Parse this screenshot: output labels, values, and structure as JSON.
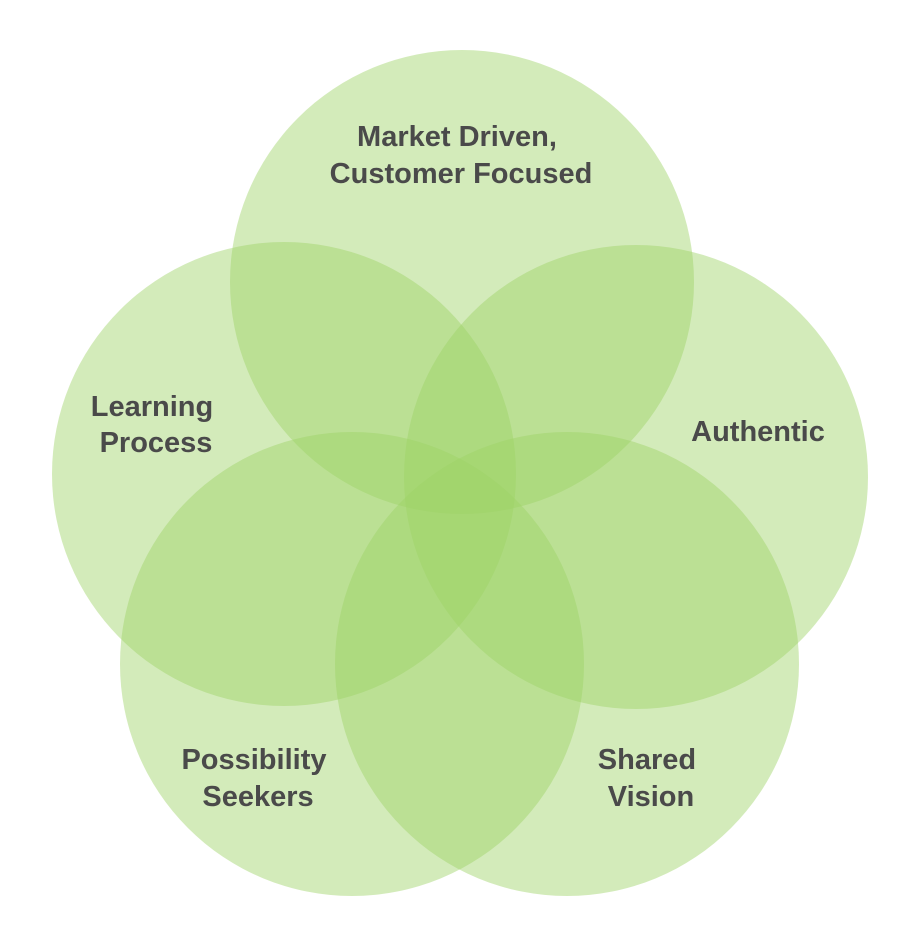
{
  "diagram": {
    "type": "venn",
    "circle_color": "#9ed365",
    "label_color": "#4a4a4a",
    "sets": [
      {
        "id": "top",
        "lines": [
          "Market Driven,",
          "Customer Focused"
        ]
      },
      {
        "id": "left",
        "lines": [
          "Learning",
          "Process"
        ]
      },
      {
        "id": "right",
        "lines": [
          "Authentic"
        ]
      },
      {
        "id": "bottom-left",
        "lines": [
          "Possibility",
          "Seekers"
        ]
      },
      {
        "id": "bottom-right",
        "lines": [
          "Shared",
          "Vision"
        ]
      }
    ]
  }
}
